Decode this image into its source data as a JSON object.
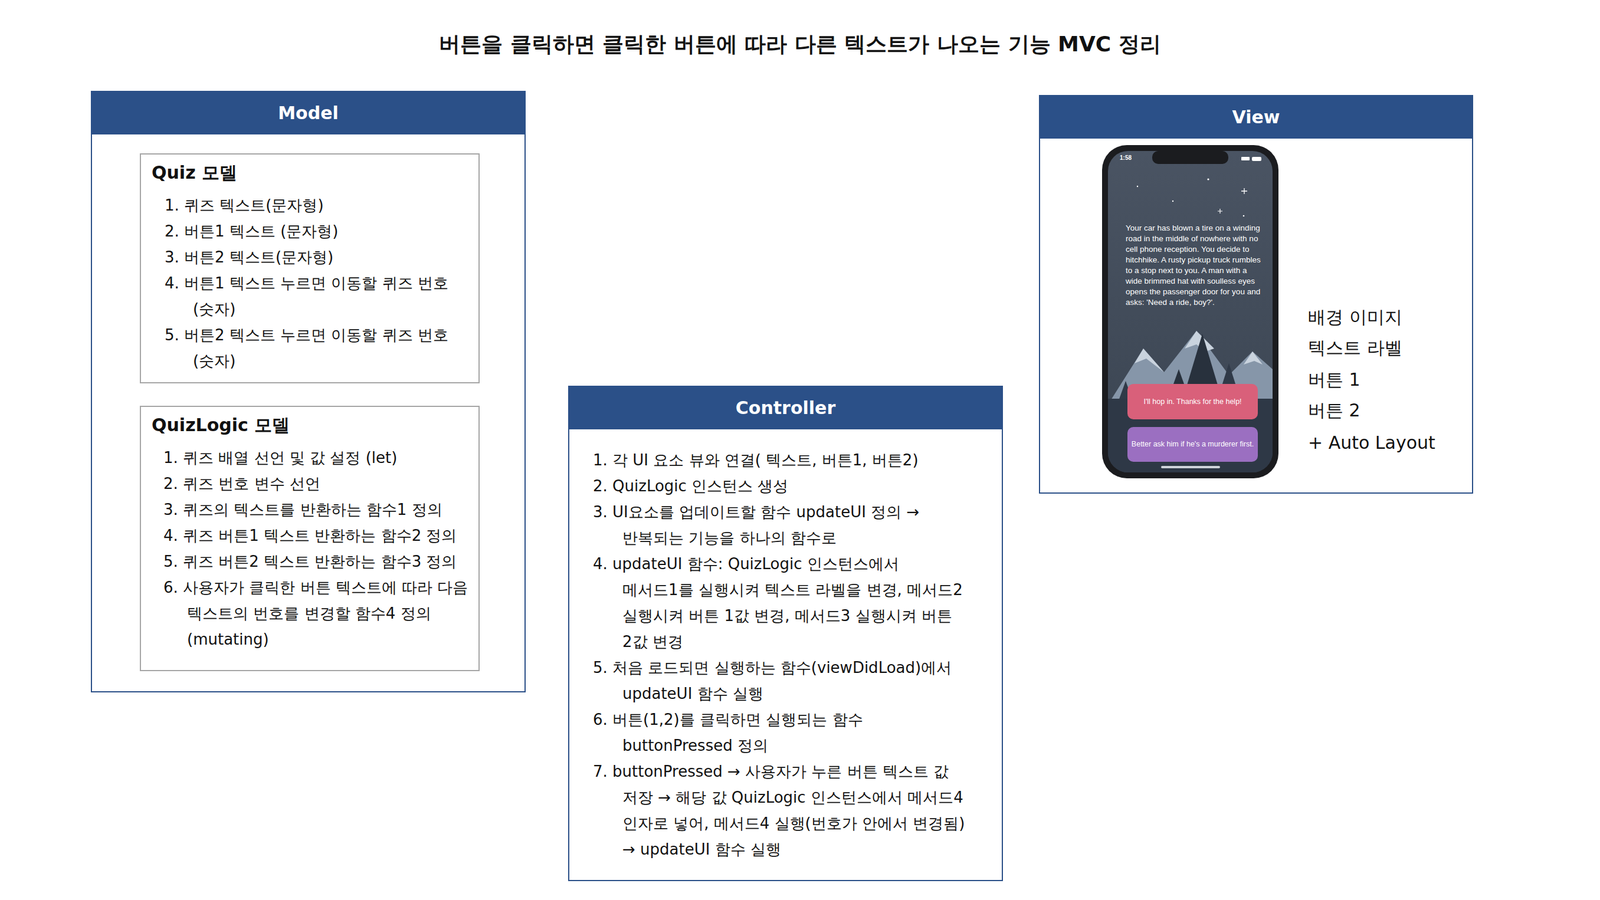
{
  "diagram": {
    "title": "버튼을 클릭하면 클릭한 버튼에 따라 다른 텍스트가 나오는 기능 MVC 정리",
    "nodes": [
      {
        "text": [
          "Model"
        ]
      },
      {
        "text": [
          "Quiz 모델",
          "1. 퀴즈 텍스트(문자형)",
          "2. 버튼1 텍스트 (문자형)",
          "3. 버튼2 텍스트(문자형)",
          "4. 버튼1 텍스트 누르면 이동할 퀴즈 번호(숫자)",
          "5. 버튼2 텍스트 누르면 이동할 퀴즈 번호(숫자)"
        ],
        "in": 0
      },
      {
        "text": [
          "QuizLogic 모델",
          "1. 퀴즈 배열 선언 및 값 설정 (let)",
          "2. 퀴즈 번호 변수 선언",
          "3. 퀴즈의 텍스트를 반환하는 함수1 정의",
          "4. 퀴즈 버튼1 텍스트 반환하는 함수2 정의",
          "5. 퀴즈 버튼2 텍스트 반환하는 함수3 정의",
          "6. 사용자가 클릭한 버튼 텍스트에 따라 다음 텍스트의 번호를 변경할 함수4 정의(mutating)"
        ],
        "in": 0
      },
      {
        "text": [
          "Controller",
          "1. 각 UI 요소 뷰와 연결( 텍스트, 버튼1, 버튼2)",
          "2. QuizLogic 인스턴스 생성",
          "3. UI요소를 업데이트할 함수 updateUI 정의 → 반복되는 기능을 하나의 함수로",
          "4. updateUI 함수: QuizLogic 인스턴스에서 메서드1를 실행시켜 텍스트 라벨을 변경, 메서드2 실행시켜 버튼 1값 변경, 메서드3 실행시켜 버튼 2값 변경",
          "5. 처음 로드되면 실행하는 함수(viewDidLoad)에서 updateUI 함수 실행",
          "6. 버튼(1,2)를 클릭하면 실행되는 함수 buttonPressed 정의",
          "7. buttonPressed → 사용자가 누른 버튼 텍스트 값 저장 → 해당 값 QuizLogic 인스턴스에서 메서드4 인자로 넣어, 메서드4 실행(번호가 안에서 변경됨) → updateUI 함수 실행"
        ]
      },
      {
        "text": [
          "View",
          "배경 이미지",
          "텍스트 라벨",
          "버튼 1",
          "버튼 2",
          "+ Auto Layout"
        ]
      },
      {
        "text": [
          "I'll hop in. Thanks for the help!"
        ],
        "in": 4
      },
      {
        "text": [
          "Better ask him if he's a murderer first."
        ],
        "in": 4
      }
    ],
    "labels": [
      "1:58",
      "Your car has blown a tire on a winding road in the middle of nowhere with no cell phone reception. You decide to hitchhike. A rusty pickup truck rumbles to a stop next to you. A man with a wide brimmed hat with soulless eyes opens the passenger door for you and asks: 'Need a ride, boy?'."
    ]
  }
}
